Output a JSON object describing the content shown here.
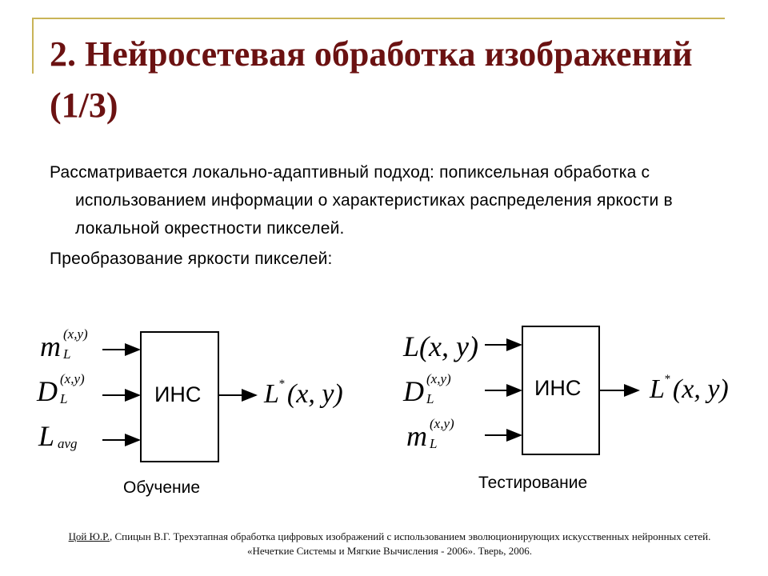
{
  "title": "2. Нейросетевая обработка изображений (1/3)",
  "paragraphs": [
    "Рассматривается локально-адаптивный подход: попиксельная обработка с использованием информации о характеристиках распределения яркости в локальной окрестности пикселей.",
    "Преобразование яркости пикселей:"
  ],
  "diagram_training": {
    "inputs": [
      {
        "base": "m",
        "sup": "(x,y)",
        "sub": "L"
      },
      {
        "base": "D",
        "sup": "(x,y)",
        "sub": "L"
      },
      {
        "base": "L",
        "sup": "",
        "sub": "avg"
      }
    ],
    "box_label": "ИНС",
    "output": {
      "base": "L",
      "sup": "*",
      "rest": "(x, y)"
    },
    "caption": "Обучение"
  },
  "diagram_testing": {
    "inputs": [
      {
        "base": "L(x, y)",
        "sup": "",
        "sub": ""
      },
      {
        "base": "D",
        "sup": "(x,y)",
        "sub": "L"
      },
      {
        "base": "m",
        "sup": "(x,y)",
        "sub": "L"
      }
    ],
    "box_label": "ИНС",
    "output": {
      "base": "L",
      "sup": "*",
      "rest": "(x, y)"
    },
    "caption": "Тестирование"
  },
  "reference": {
    "author_link": "Цой Ю.Р.",
    "text": ", Спицын В.Г. Трехэтапная обработка цифровых изображений с использованием эволюционирующих искусственных нейронных сетей. «Нечеткие Системы и Мягкие Вычисления - 2006». Тверь, 2006."
  },
  "colors": {
    "title": "#6b1212",
    "accent_line": "#c9b458"
  }
}
